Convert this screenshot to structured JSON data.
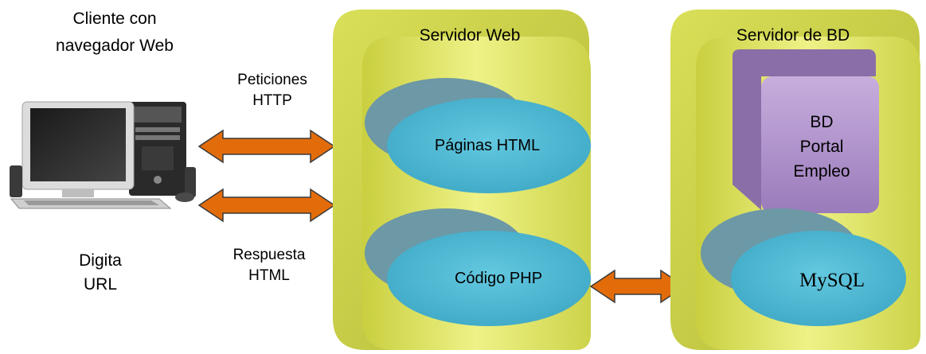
{
  "client": {
    "title_line1": "Cliente con",
    "title_line2": "navegador Web",
    "bottom_line1": "Digita",
    "bottom_line2": "URL"
  },
  "arrows": {
    "request_line1": "Peticiones",
    "request_line2": "HTTP",
    "response_line1": "Respuesta",
    "response_line2": "HTML"
  },
  "web_server": {
    "title": "Servidor Web",
    "html_pages": "Páginas HTML",
    "php_code": "Código PHP"
  },
  "db_server": {
    "title": "Servidor de BD",
    "db_line1": "BD",
    "db_line2": "Portal",
    "db_line3": "Empleo",
    "engine": "MySQL"
  },
  "colors": {
    "server_fill": "#dfe65a",
    "server_side": "#b6bc3a",
    "ellipse_fill": "#4fb9d3",
    "ellipse_back": "#6d98a6",
    "db_fill": "#a887c7",
    "db_side": "#8a6ea8",
    "arrow_fill": "#e36c0a",
    "arrow_stroke": "#3a3a3a"
  }
}
